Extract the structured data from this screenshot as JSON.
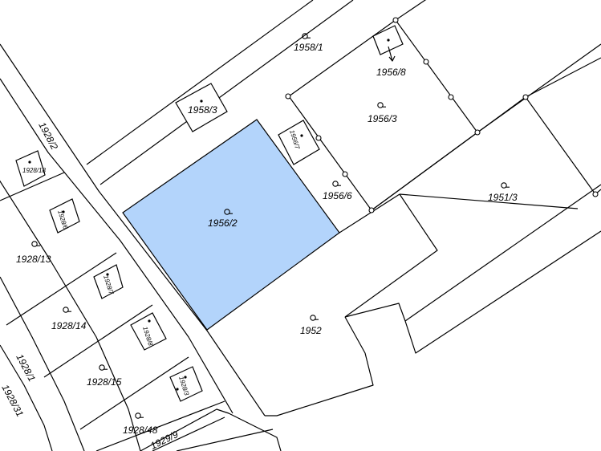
{
  "colors": {
    "highlight": "#b3d4fb",
    "line": "#000000",
    "background": "#ffffff"
  },
  "parcels": {
    "p1958_1": "1958/1",
    "p1956_8": "1956/8",
    "p1958_3": "1958/3",
    "p1956_3": "1956/3",
    "p1928_2": "1928/2",
    "p1956_7": "1956/7",
    "p1928_18": "1928/18",
    "p1956_6": "1956/6",
    "p1951_3": "1951/3",
    "p1928_6": "1928/6",
    "p1956_2": "1956/2",
    "p1928_13": "1928/13",
    "p1928_7": "1928/7",
    "p1952": "1952",
    "p1928_14": "1928/14",
    "p1928_8": "1928/8",
    "p1928_1": "1928/1",
    "p1928_15": "1928/15",
    "p1928_31": "1928/31",
    "p1928_3": "1928/3",
    "p1928_48": "1928/48",
    "p1929_9": "1929/9"
  },
  "icons": {
    "parcel_marker": "parcel-pin-icon",
    "boundary_point": "boundary-node-icon"
  }
}
